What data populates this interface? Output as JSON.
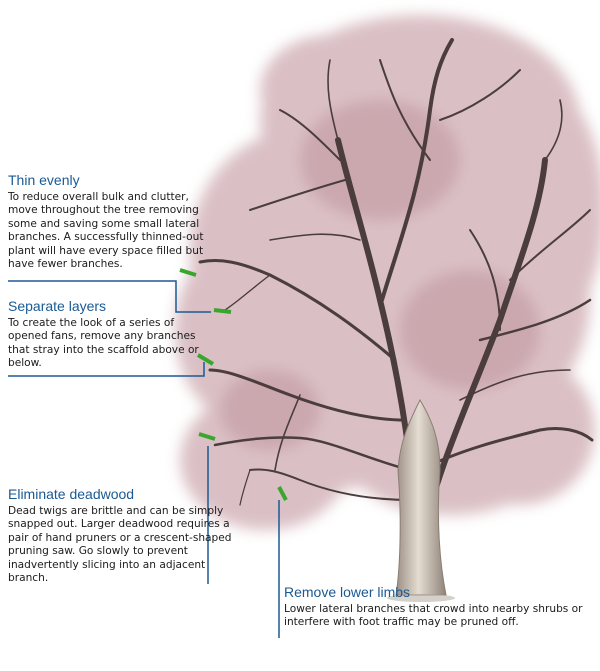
{
  "colors": {
    "heading": "#1a5a94",
    "leader": "#1a5a94",
    "cut_mark": "#3aa62e",
    "foliage": "#c49aa2",
    "trunk": "#c7bbad",
    "branch": "#4a3d3c"
  },
  "callouts": {
    "thin": {
      "heading": "Thin evenly",
      "text": "To reduce overall bulk and clutter, move throughout the tree removing some and saving some small lateral branches. A successfully thinned-out plant will have every space filled but have fewer branches."
    },
    "separate": {
      "heading": "Separate layers",
      "text": "To create the look of a series of opened fans, remove any branches that stray into the scaffold above or below."
    },
    "deadwood": {
      "heading": "Eliminate deadwood",
      "text": "Dead twigs are brittle and can be simply snapped out. Larger deadwood requires a pair of hand pruners or a crescent-shaped pruning saw. Go slowly to prevent inadvertently slicing into an adjacent branch."
    },
    "lower": {
      "heading": "Remove lower limbs",
      "text": "Lower lateral branches that crowd into nearby shrubs or interfere with foot traffic may be pruned off."
    }
  }
}
